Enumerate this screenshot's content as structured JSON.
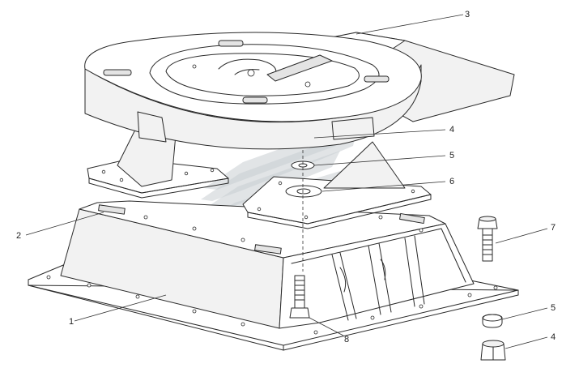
{
  "diagram": {
    "type": "exploded-assembly-drawing",
    "callouts": [
      {
        "id": "callout-3",
        "text": "3"
      },
      {
        "id": "callout-4-top",
        "text": "4"
      },
      {
        "id": "callout-5-top",
        "text": "5"
      },
      {
        "id": "callout-6",
        "text": "6"
      },
      {
        "id": "callout-2",
        "text": "2"
      },
      {
        "id": "callout-7",
        "text": "7"
      },
      {
        "id": "callout-1",
        "text": "1"
      },
      {
        "id": "callout-5-bottom",
        "text": "5"
      },
      {
        "id": "callout-8",
        "text": "8"
      },
      {
        "id": "callout-4-bottom",
        "text": "4"
      }
    ]
  },
  "colors": {
    "line": "#2a2a2a",
    "watermark": "#c9cdd1",
    "background": "#ffffff"
  }
}
